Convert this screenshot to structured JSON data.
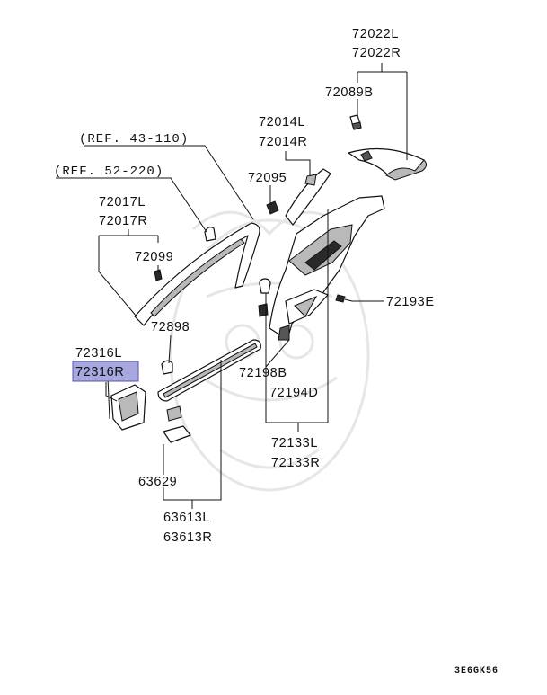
{
  "diagram": {
    "refs": [
      "(REF. 43-110)",
      "(REF. 52-220)"
    ],
    "parts": {
      "p72022": [
        "72022L",
        "72022R"
      ],
      "p72089b": "72089B",
      "p72014": [
        "72014L",
        "72014R"
      ],
      "p72095": "72095",
      "p72017": [
        "72017L",
        "72017R"
      ],
      "p72099": "72099",
      "p72193e": "72193E",
      "p72898": "72898",
      "p72316": [
        "72316L",
        "72316R"
      ],
      "p72198b": "72198B",
      "p72194d": "72194D",
      "p72133": [
        "72133L",
        "72133R"
      ],
      "p63629": "63629",
      "p63613": [
        "63613L",
        "63613R"
      ]
    },
    "highlighted_part": "72316R",
    "highlight_color": "#a8a8e0",
    "diagram_code": "3E6GK56"
  }
}
